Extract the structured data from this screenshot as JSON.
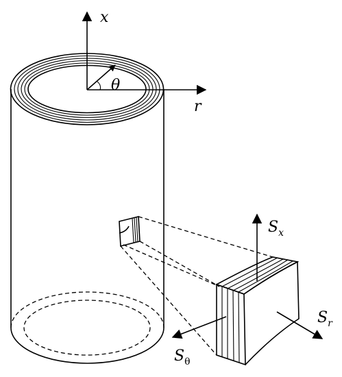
{
  "labels": {
    "axis_x": "x",
    "axis_r": "r",
    "angle": "θ",
    "stress_x": {
      "main": "S",
      "sub": "x"
    },
    "stress_r": {
      "main": "S",
      "sub": "r"
    },
    "stress_theta": {
      "main": "S",
      "sub": "θ"
    }
  },
  "colors": {
    "ink": "#000000",
    "background": "#ffffff"
  }
}
